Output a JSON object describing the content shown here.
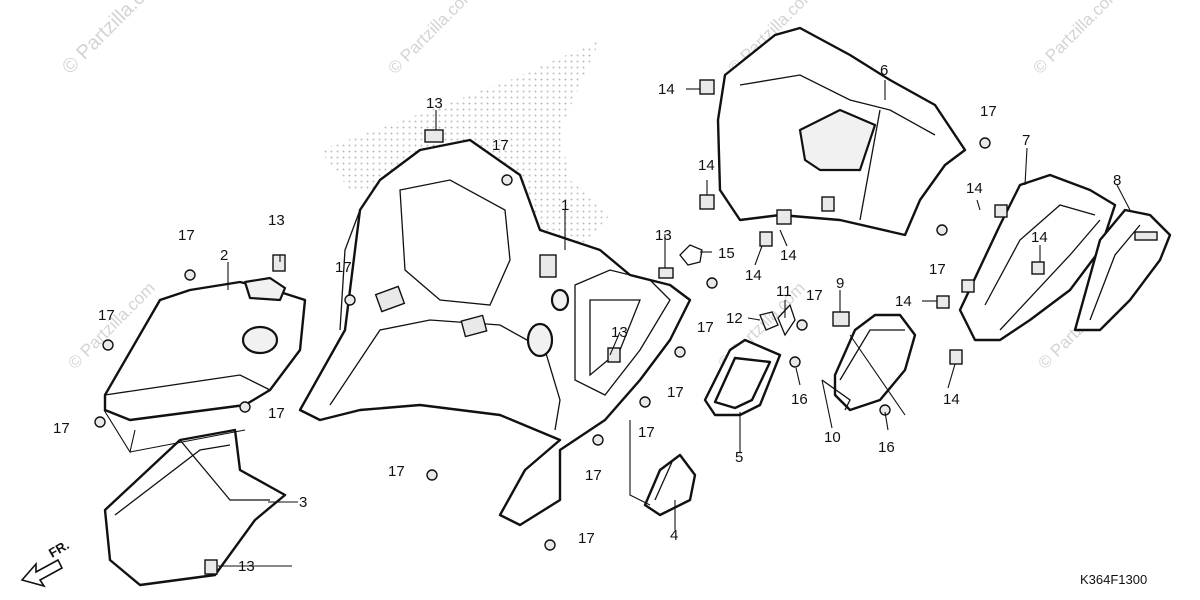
{
  "diagram": {
    "part_code": "K364F1300",
    "front_indicator": "FR.",
    "watermark_text": "© Partzilla.com",
    "callouts": {
      "c1": "1",
      "c2": "2",
      "c3": "3",
      "c4": "4",
      "c5": "5",
      "c6": "6",
      "c7": "7",
      "c8": "8",
      "c9": "9",
      "c10": "10",
      "c11": "11",
      "c12": "12",
      "c13": "13",
      "c14": "14",
      "c15": "15",
      "c16": "16",
      "c17": "17"
    },
    "colors": {
      "line": "#111111",
      "watermark": "#d4d4d4",
      "stipple": "#c8c8c8"
    }
  }
}
